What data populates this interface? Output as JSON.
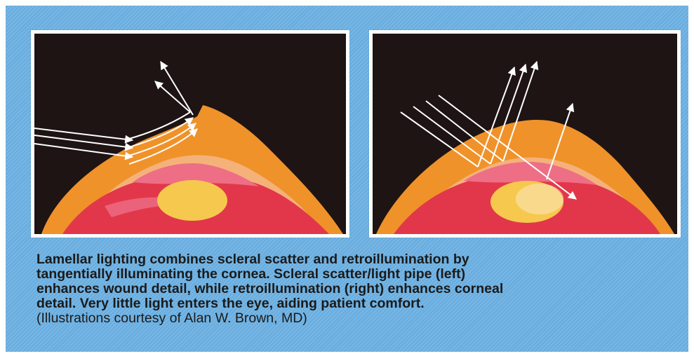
{
  "caption": {
    "lines": [
      "Lamellar lighting combines scleral scatter and retroillumination by",
      "tangentially illuminating the cornea. Scleral scatter/light pipe (left)",
      "enhances wound detail, while retroillumination (right) enhances corneal",
      "detail. Very little light enters the eye, aiding patient comfort."
    ],
    "credit": "(Illustrations courtesy of Alan W. Brown, MD)"
  },
  "colors": {
    "background": "#6aaee0",
    "frame": "#ffffff",
    "dark": "#1e1414",
    "cornea_outer": "#f0922a",
    "cornea_inner": "#f4b27a",
    "iris": "#e2374a",
    "aqueous": "#ee6e86",
    "lens": "#f6c84e",
    "light_rays": "#ffffff"
  },
  "illustrations": [
    {
      "id": "left",
      "title": "Scleral scatter/light pipe",
      "shows": "wound detail"
    },
    {
      "id": "right",
      "title": "Retroillumination",
      "shows": "corneal detail"
    }
  ]
}
